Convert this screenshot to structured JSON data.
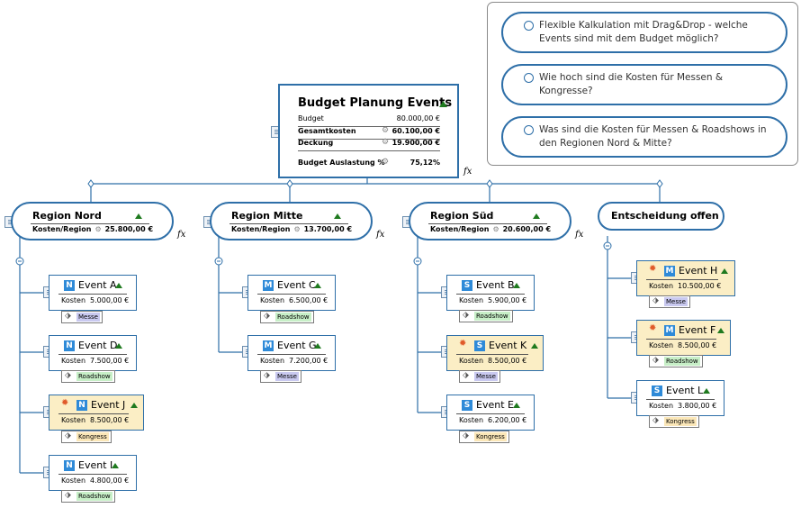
{
  "root": {
    "title": "Budget Planung Events",
    "rows": [
      {
        "label": "Budget",
        "value": "80.000,00 €"
      },
      {
        "label": "Gesamtkosten",
        "value": "60.100,00 €"
      },
      {
        "label": "Deckung",
        "value": "19.900,00 €"
      },
      {
        "label": "Budget Auslastung %",
        "value": "75,12%"
      }
    ],
    "fx": "fx"
  },
  "regions": [
    {
      "name": "Region Nord",
      "cost_label": "Kosten/Region",
      "cost_value": "25.800,00 €",
      "fx": "fx"
    },
    {
      "name": "Region Mitte",
      "cost_label": "Kosten/Region",
      "cost_value": "13.700,00 €",
      "fx": "fx"
    },
    {
      "name": "Region Süd",
      "cost_label": "Kosten/Region",
      "cost_value": "20.600,00 €",
      "fx": "fx"
    },
    {
      "name": "Entscheidung offen"
    }
  ],
  "events": [
    {
      "name": "Event A",
      "badge": "N",
      "kosten_label": "Kosten",
      "kosten": "5.000,00 €",
      "tag": "Messe",
      "highlight": false
    },
    {
      "name": "Event D",
      "badge": "N",
      "kosten_label": "Kosten",
      "kosten": "7.500,00 €",
      "tag": "Roadshow",
      "highlight": false
    },
    {
      "name": "Event J",
      "badge": "N",
      "kosten_label": "Kosten",
      "kosten": "8.500,00 €",
      "tag": "Kongress",
      "highlight": true
    },
    {
      "name": "Event I",
      "badge": "N",
      "kosten_label": "Kosten",
      "kosten": "4.800,00 €",
      "tag": "Roadshow",
      "highlight": false
    },
    {
      "name": "Event C",
      "badge": "M",
      "kosten_label": "Kosten",
      "kosten": "6.500,00 €",
      "tag": "Roadshow",
      "highlight": false
    },
    {
      "name": "Event G",
      "badge": "M",
      "kosten_label": "Kosten",
      "kosten": "7.200,00 €",
      "tag": "Messe",
      "highlight": false
    },
    {
      "name": "Event B",
      "badge": "S",
      "kosten_label": "Kosten",
      "kosten": "5.900,00 €",
      "tag": "Roadshow",
      "highlight": false
    },
    {
      "name": "Event K",
      "badge": "S",
      "kosten_label": "Kosten",
      "kosten": "8.500,00 €",
      "tag": "Messe",
      "highlight": true
    },
    {
      "name": "Event E",
      "badge": "S",
      "kosten_label": "Kosten",
      "kosten": "6.200,00 €",
      "tag": "Kongress",
      "highlight": false
    },
    {
      "name": "Event H",
      "badge": "M",
      "kosten_label": "Kosten",
      "kosten": "10.500,00 €",
      "tag": "Messe",
      "highlight": true
    },
    {
      "name": "Event F",
      "badge": "M",
      "kosten_label": "Kosten",
      "kosten": "8.500,00 €",
      "tag": "Roadshow",
      "highlight": true
    },
    {
      "name": "Event L",
      "badge": "S",
      "kosten_label": "Kosten",
      "kosten": "3.800,00 €",
      "tag": "Kongress",
      "highlight": false
    }
  ],
  "questions": [
    "Flexible Kalkulation mit Drag&Drop - welche Events sind mit dem Budget möglich?",
    "Wie hoch sind die Kosten für Messen & Kongresse?",
    "Was sind die Kosten für Messen & Roadshows in den Regionen Nord & Mitte?"
  ],
  "icons": {
    "note": "note-icon",
    "gear": "gear-icon",
    "tag": "tag-icon",
    "priority_up": "priority-up-icon",
    "fire": "fire-icon",
    "collapse": "collapse-icon"
  },
  "colors": {
    "accent": "#2e6fa8",
    "highlight": "#fbeec5",
    "messe": "#c9c9f0",
    "roadshow": "#c7efc7",
    "kongress": "#fbe7b8",
    "priority": "#1f7a1f"
  }
}
